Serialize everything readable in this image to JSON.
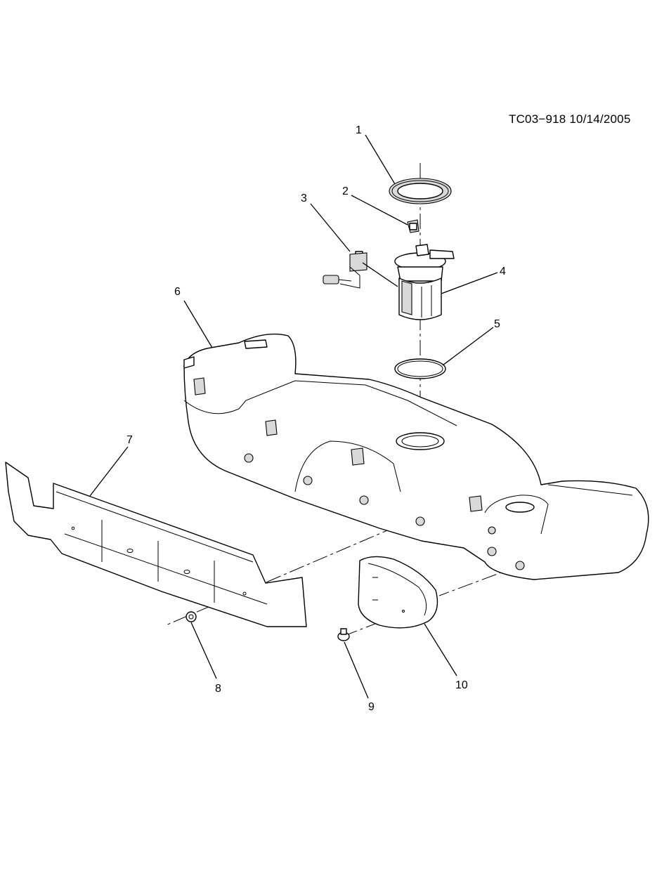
{
  "diagram": {
    "reference_code": "TC03−918  10/14/2005",
    "callouts": [
      "1",
      "2",
      "3",
      "4",
      "5",
      "6",
      "7",
      "8",
      "9",
      "10"
    ]
  },
  "colors": {
    "line": "#000000",
    "shade": "#d9d9d9",
    "background": "#ffffff"
  }
}
